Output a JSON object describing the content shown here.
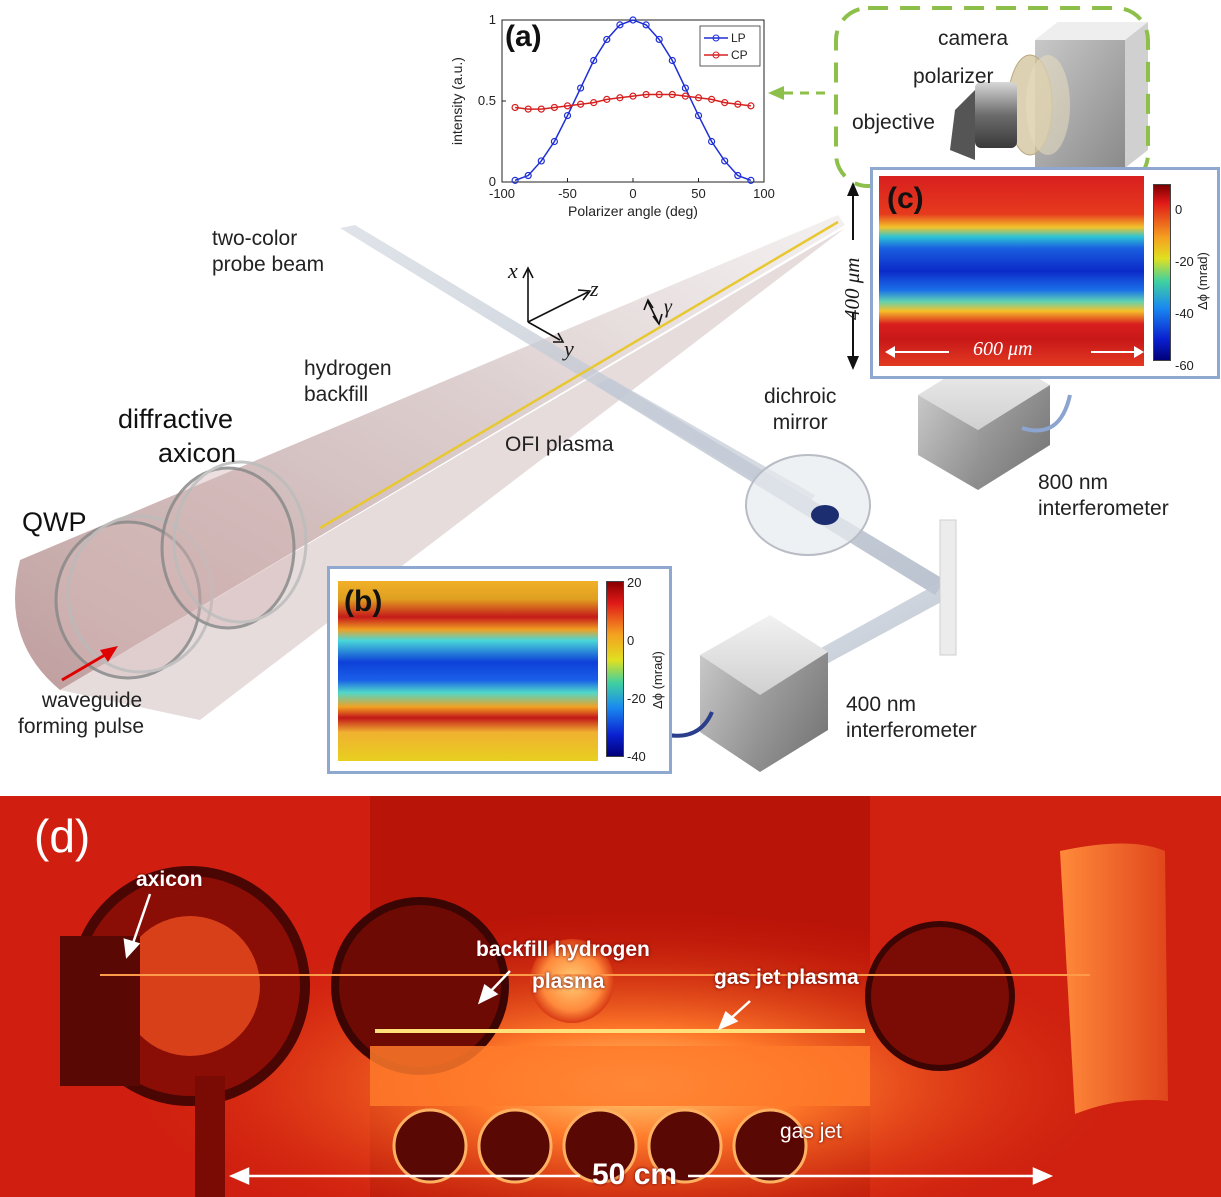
{
  "schematic": {
    "labels": {
      "two_color_probe": [
        "two-color",
        "probe beam"
      ],
      "hydrogen_backfill": [
        "hydrogen",
        "backfill"
      ],
      "diffractive_axicon": [
        "diffractive",
        "axicon"
      ],
      "qwp": "QWP",
      "waveguide_pulse": [
        "waveguide",
        "forming pulse"
      ],
      "ofi_plasma": "OFI plasma",
      "dichroic_mirror": [
        "dichroic",
        "mirror"
      ],
      "interferometer_800": [
        "800 nm",
        "interferometer"
      ],
      "interferometer_400": [
        "400 nm",
        "interferometer"
      ],
      "camera": "camera",
      "polarizer": "polarizer",
      "objective": "objective",
      "axis_x": "x",
      "axis_y": "y",
      "axis_z": "z",
      "gamma": "γ"
    },
    "colors": {
      "beam": "#c9b7b7",
      "probe": "#c5ccd6",
      "plasma_line": "#e8c830",
      "panel_border": "#8fa8d0",
      "dashed_green": "#8dc04a"
    }
  },
  "panel_a": {
    "letter": "(a)",
    "chart_data": {
      "type": "line",
      "xlabel": "Polarizer angle (deg)",
      "ylabel": "intensity (a.u.)",
      "xlim": [
        -100,
        100
      ],
      "ylim": [
        0,
        1
      ],
      "xticks": [
        "-100",
        "-50",
        "0",
        "50",
        "100"
      ],
      "yticks": [
        "0",
        "0.5",
        "1"
      ],
      "legend": "top-right",
      "x": [
        -90,
        -80,
        -70,
        -60,
        -50,
        -40,
        -30,
        -20,
        -10,
        0,
        10,
        20,
        30,
        40,
        50,
        60,
        70,
        80,
        90
      ],
      "series": [
        {
          "name": "LP",
          "color": "#1f2fd6",
          "values": [
            0.01,
            0.04,
            0.13,
            0.25,
            0.41,
            0.58,
            0.75,
            0.88,
            0.97,
            1.0,
            0.97,
            0.88,
            0.75,
            0.58,
            0.41,
            0.25,
            0.13,
            0.04,
            0.01
          ]
        },
        {
          "name": "CP",
          "color": "#d62020",
          "values": [
            0.46,
            0.45,
            0.45,
            0.46,
            0.47,
            0.48,
            0.49,
            0.51,
            0.52,
            0.53,
            0.54,
            0.54,
            0.54,
            0.53,
            0.52,
            0.51,
            0.49,
            0.48,
            0.47
          ]
        }
      ]
    }
  },
  "panel_b": {
    "letter": "(b)",
    "colorbar_ticks": [
      "20",
      "0",
      "-20",
      "-40"
    ],
    "colorbar_label": "Δϕ (mrad)"
  },
  "panel_c": {
    "letter": "(c)",
    "colorbar_ticks": [
      "0",
      "-20",
      "-40",
      "-60"
    ],
    "colorbar_label": "Δϕ (mrad)",
    "scale_vertical": "400 μm",
    "scale_horizontal": "600 μm"
  },
  "panel_d": {
    "letter": "(d)",
    "labels": {
      "axicon": "axicon",
      "backfill_plasma": [
        "backfill hydrogen",
        "plasma"
      ],
      "gas_jet_plasma": "gas jet plasma",
      "gas_jet": "gas jet",
      "scale": "50 cm"
    }
  }
}
